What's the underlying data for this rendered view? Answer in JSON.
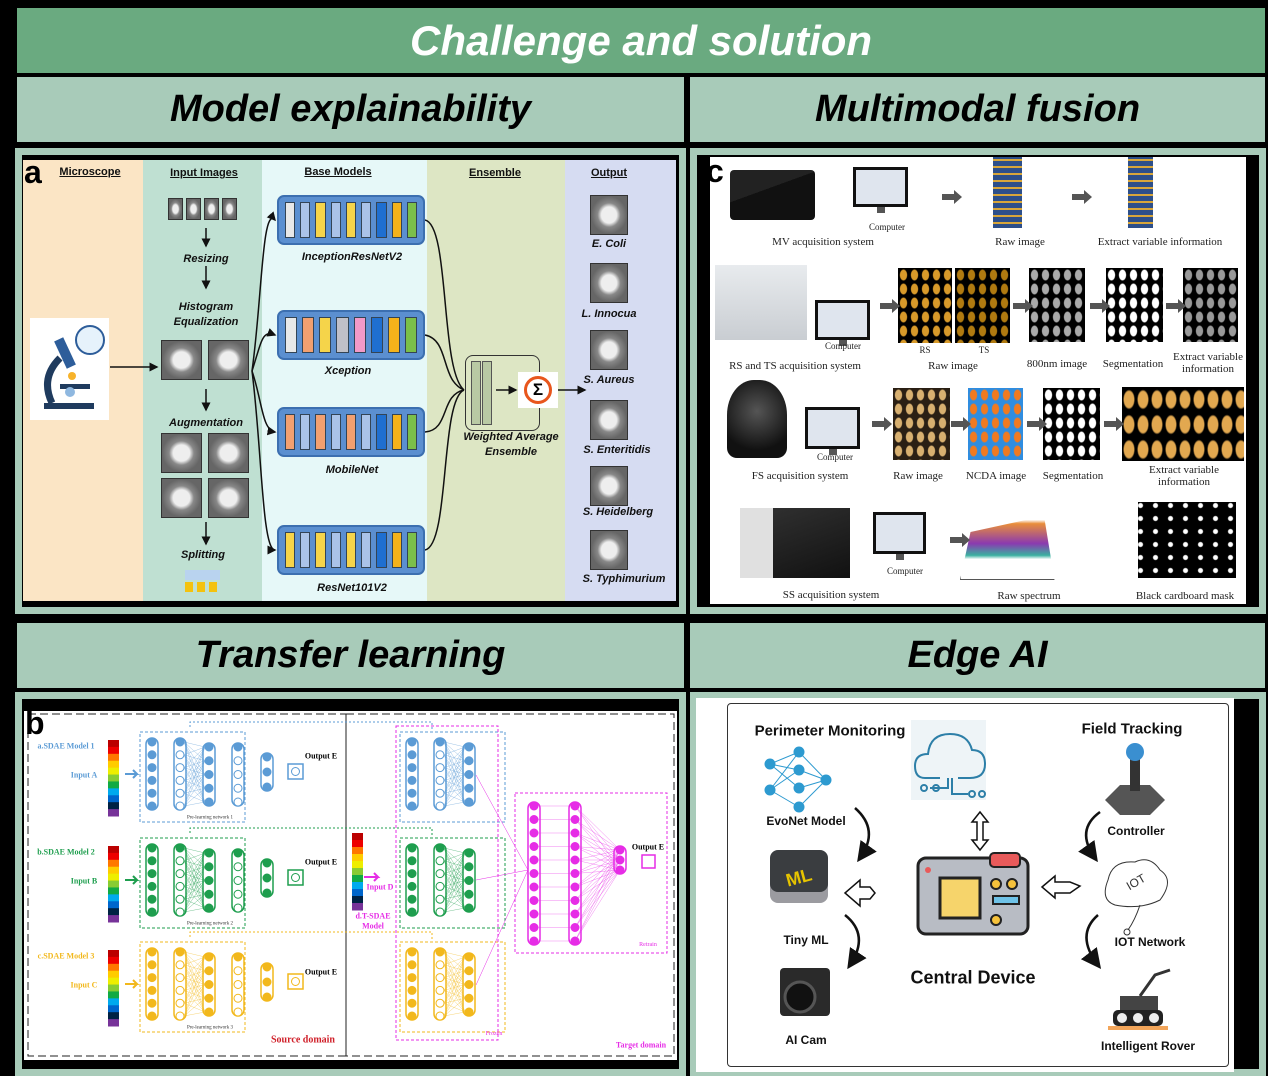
{
  "title": "Challenge and solution",
  "sections": {
    "model_explainability": "Model explainability",
    "multimodal_fusion": "Multimodal fusion",
    "transfer_learning": "Transfer learning",
    "edge_ai": "Edge AI"
  },
  "panel_a": {
    "label": "a",
    "columns": {
      "microscope": "Microscope",
      "input_images": "Input Images",
      "base_models": "Base Models",
      "ensemble": "Ensemble",
      "output": "Output"
    },
    "steps": {
      "resizing": "Resizing",
      "histogram": "Histogram",
      "equalization": "Equalization",
      "augmentation": "Augmentation",
      "splitting": "Splitting"
    },
    "models": [
      "InceptionResNetV2",
      "Xception",
      "MobileNet",
      "ResNet101V2"
    ],
    "ensemble_label": [
      "Weighted Average",
      "Ensemble"
    ],
    "sigma": "Σ",
    "outputs": [
      "E. Coli",
      "L. Innocua",
      "S. Aureus",
      "S. Enteritidis",
      "S. Heidelberg",
      "S. Typhimurium"
    ],
    "colors": {
      "microscope_bg": "#fbe5c5",
      "input_bg": "#bfe0d2",
      "base_bg": "#e6f8f8",
      "ensemble_bg": "#dde6c4",
      "output_bg": "#d6dcf2",
      "model_box": "#5b8fd0"
    }
  },
  "panel_b": {
    "label": "b",
    "models": [
      {
        "name": "a.SDAE Model 1",
        "input": "Input A",
        "network": "Pre-learning network 1",
        "color": "#5b9bd5"
      },
      {
        "name": "b.SDAE Model 2",
        "input": "Input B",
        "network": "Pre-learning network 2",
        "color": "#1e9e4e"
      },
      {
        "name": "c.SDAE Model 3",
        "input": "Input C",
        "network": "Pre-learning network 3",
        "color": "#f2b81c"
      }
    ],
    "output": "Output E",
    "source_domain": "Source domain",
    "target_domain": "Target domain",
    "tsdae": [
      "d.T-SDAE",
      "Model"
    ],
    "input_d": "Input D",
    "frozen": "Frozen",
    "retrain": "Retrain",
    "target_color": "#e62ce6",
    "source_color": "#d0202a"
  },
  "panel_c": {
    "label": "c",
    "computer": "Computer",
    "row1": {
      "system": "MV acquisition system",
      "raw": "Raw image",
      "extract": "Extract variable information"
    },
    "row2": {
      "system": "RS and TS acquisition system",
      "rs": "RS",
      "ts": "TS",
      "raw": "Raw image",
      "nm800": "800nm image",
      "seg": "Segmentation",
      "extract": [
        "Extract variable",
        "information"
      ]
    },
    "row3": {
      "system": "FS acquisition system",
      "raw": "Raw image",
      "ncda": "NCDA image",
      "seg": "Segmentation",
      "extract": [
        "Extract variable",
        "information"
      ]
    },
    "row4": {
      "system": "SS acquisition system",
      "spectrum": "Raw spectrum",
      "mask": "Black cardboard mask"
    }
  },
  "panel_d": {
    "perimeter": "Perimeter Monitoring",
    "field": "Field Tracking",
    "evonet": "EvoNet Model",
    "controller": "Controller",
    "tinyml": "Tiny ML",
    "ml_badge": "ML",
    "iot": "IOT Network",
    "iot_badge": "IOT",
    "central": "Central Device",
    "aicam": "AI Cam",
    "rover": "Intelligent Rover"
  }
}
